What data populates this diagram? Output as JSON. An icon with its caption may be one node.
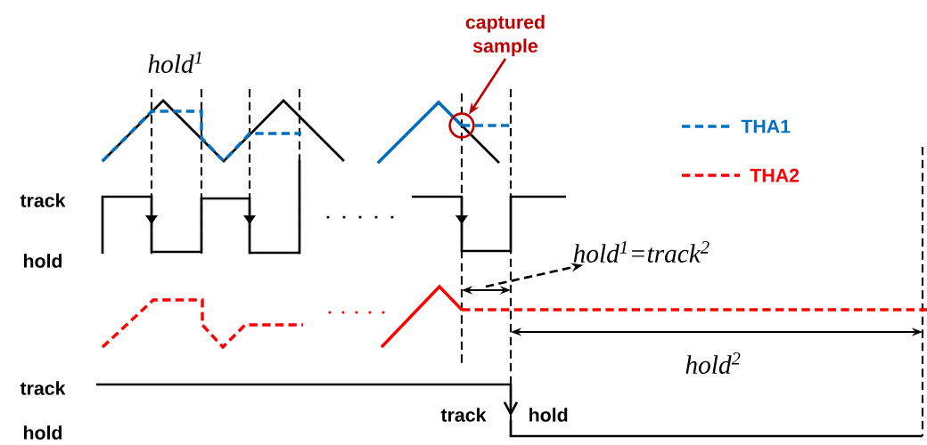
{
  "diagram": {
    "nodes": [
      {
        "text": [
          "captured sample"
        ]
      },
      {
        "text": [],
        "shape": "circle"
      },
      {
        "text": [
          "hold$^{1}$=track$^{2}$"
        ]
      }
    ],
    "edges": [
      {
        "from": 0,
        "to": 1,
        "arrow": "to",
        "color": "#c00000"
      },
      {
        "from": null,
        "to": 2,
        "arrow": "to",
        "style": "dashed",
        "color": "#000000"
      }
    ],
    "labels": [
      "hold$^{1}$",
      "track",
      "hold",
      "hold$^{2}$",
      "track",
      "track",
      "hold",
      "hold"
    ],
    "legend": [
      {
        "text": "THA1"
      },
      {
        "text": "THA2"
      }
    ]
  }
}
